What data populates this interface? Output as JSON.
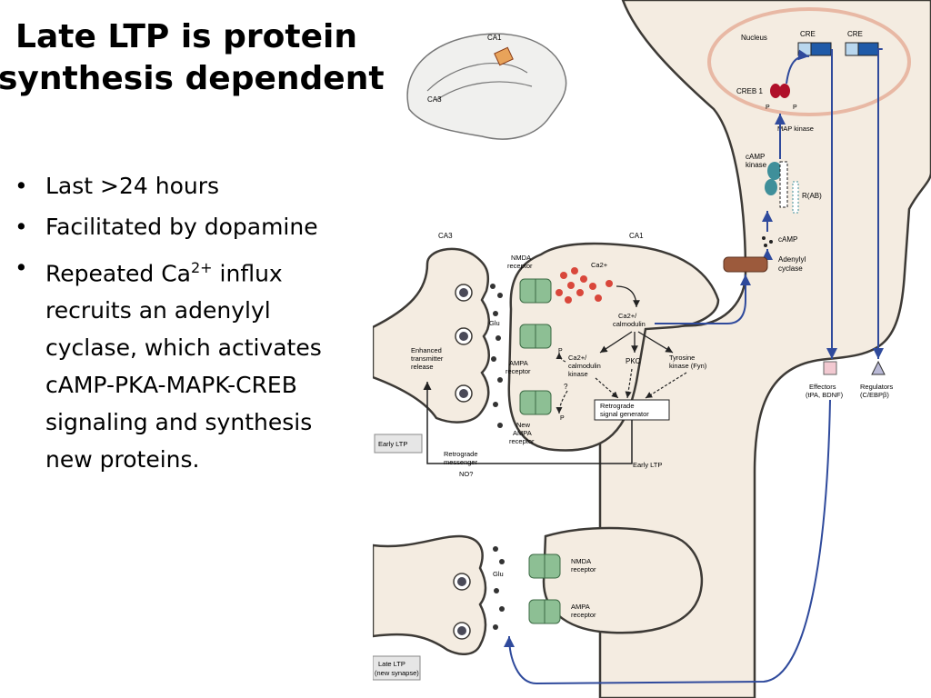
{
  "slide": {
    "title_line1": "Late LTP is protein",
    "title_line2": "synthesis dependent",
    "bullets": [
      {
        "text": "Last >24 hours"
      },
      {
        "text": "Facilitated by dopamine"
      },
      {
        "text_pre": "Repeated Ca",
        "sup": "2+",
        "text_post": " influx",
        "text_rest": "recruits an adenylyl cyclase, which activates cAMP-PKA-MAPK-CREB signaling and synthesis new proteins."
      }
    ],
    "bullet_symbol": "•"
  },
  "diagram": {
    "inset": {
      "ca1": "CA1",
      "ca3": "CA3"
    },
    "region": {
      "ca3": "CA3",
      "ca1": "CA1"
    },
    "nucleus": "Nucleus",
    "cre_left": "CRE",
    "cre_right": "CRE",
    "creb": "CREB 1",
    "p_left": "P",
    "p_right": "P",
    "map_kinase": "MAP kinase",
    "camp_kinase_1": "cAMP",
    "camp_kinase_2": "kinase",
    "r_ab": "R(AB)",
    "camp": "cAMP",
    "adenylyl_1": "Adenylyl",
    "adenylyl_2": "cyclase",
    "nmda_1": "NMDA",
    "nmda_2": "receptor",
    "ca2": "Ca2+",
    "glu": "Glu",
    "ca_calmodulin_1": "Ca2+/",
    "ca_calmodulin_2": "calmodulin",
    "ampa_1": "AMPA",
    "ampa_2": "receptor",
    "p_ampa": "P",
    "ca_calmodulin_kinase_1": "Ca2+/",
    "ca_calmodulin_kinase_2": "calmodulin",
    "ca_calmodulin_kinase_3": "kinase",
    "pkc": "PKC",
    "tyrosine_1": "Tyrosine",
    "tyrosine_2": "kinase (Fyn)",
    "question": "?",
    "p_new": "P",
    "new_ampa_1": "New",
    "new_ampa_2": "AMPA",
    "new_ampa_3": "receptor",
    "retrograde_gen_1": "Retrograde",
    "retrograde_gen_2": "signal generator",
    "enhanced_1": "Enhanced",
    "enhanced_2": "transmitter",
    "enhanced_3": "release",
    "early_ltp_box": "Early LTP",
    "retro_msg_1": "Retrograde",
    "retro_msg_2": "messenger",
    "no": "NO?",
    "early_ltp_label": "Early LTP",
    "effectors_1": "Effectors",
    "effectors_2": "(tPA, BDNF)",
    "regulators_1": "Regulators",
    "regulators_2": "(C/EBPβ)",
    "glu_bottom": "Glu",
    "nmda_b_1": "NMDA",
    "nmda_b_2": "receptor",
    "ampa_b_1": "AMPA",
    "ampa_b_2": "receptor",
    "late_ltp_1": "Late LTP",
    "late_ltp_2": "(new synapse)"
  },
  "colors": {
    "cell_fill": "#f4ece1",
    "outline": "#3d3a36",
    "receptor_green": "#8dbf94",
    "arrow_blue": "#2f4a9c",
    "ca_red": "#d9473b",
    "creb_red": "#b0102a",
    "cre_blue": "#1f5aa8",
    "cre_light": "#b9d7ee",
    "nucleus_ring": "#e8b8a4",
    "cyclase_brown": "#9c5a3c",
    "pka_teal": "#3f8f9a"
  }
}
